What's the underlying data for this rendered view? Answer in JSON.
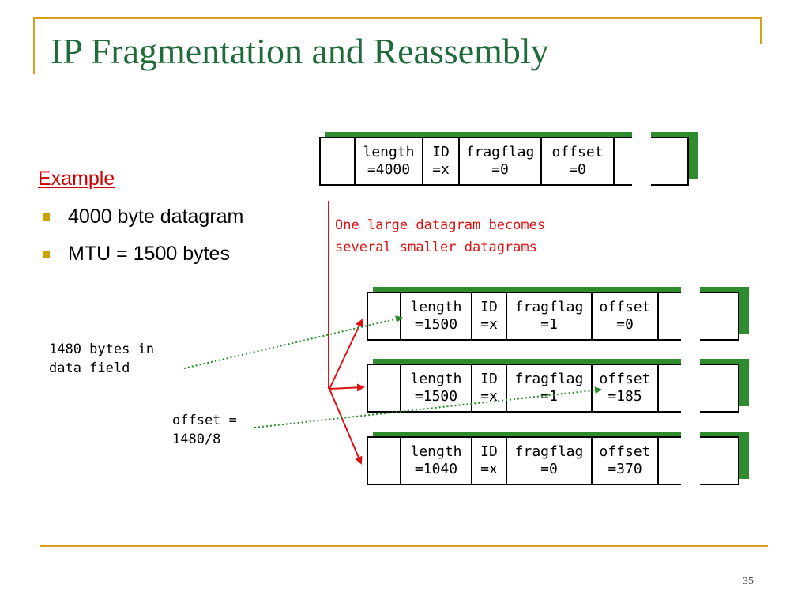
{
  "title": "IP Fragmentation and Reassembly",
  "example_heading": "Example",
  "bullets": [
    "4000 byte datagram",
    "MTU = 1500 bytes"
  ],
  "caption": [
    "One large datagram becomes",
    "several smaller datagrams"
  ],
  "notes": {
    "data_field": [
      "1480 bytes in",
      "data field"
    ],
    "offset_calc": [
      "offset =",
      "1480/8"
    ]
  },
  "original_datagram": {
    "length": [
      "length",
      "=4000"
    ],
    "id": [
      "ID",
      "=x"
    ],
    "fragflag": [
      "fragflag",
      "=0"
    ],
    "offset": [
      "offset",
      "=0"
    ]
  },
  "fragments": [
    {
      "length": [
        "length",
        "=1500"
      ],
      "id": [
        "ID",
        "=x"
      ],
      "fragflag": [
        "fragflag",
        "=1"
      ],
      "offset": [
        "offset",
        "=0"
      ]
    },
    {
      "length": [
        "length",
        "=1500"
      ],
      "id": [
        "ID",
        "=x"
      ],
      "fragflag": [
        "fragflag",
        "=1"
      ],
      "offset": [
        "offset",
        "=185"
      ]
    },
    {
      "length": [
        "length",
        "=1040"
      ],
      "id": [
        "ID",
        "=x"
      ],
      "fragflag": [
        "fragflag",
        "=0"
      ],
      "offset": [
        "offset",
        "=370"
      ]
    }
  ],
  "slide_number": "35",
  "colors": {
    "title": "#1f6b3a",
    "accent_rule": "#d4a017",
    "caption_red": "#dd1111",
    "arrow_red": "#dd1111",
    "packet_shadow": "#2e8b2e",
    "dotted_green": "#228b22"
  }
}
